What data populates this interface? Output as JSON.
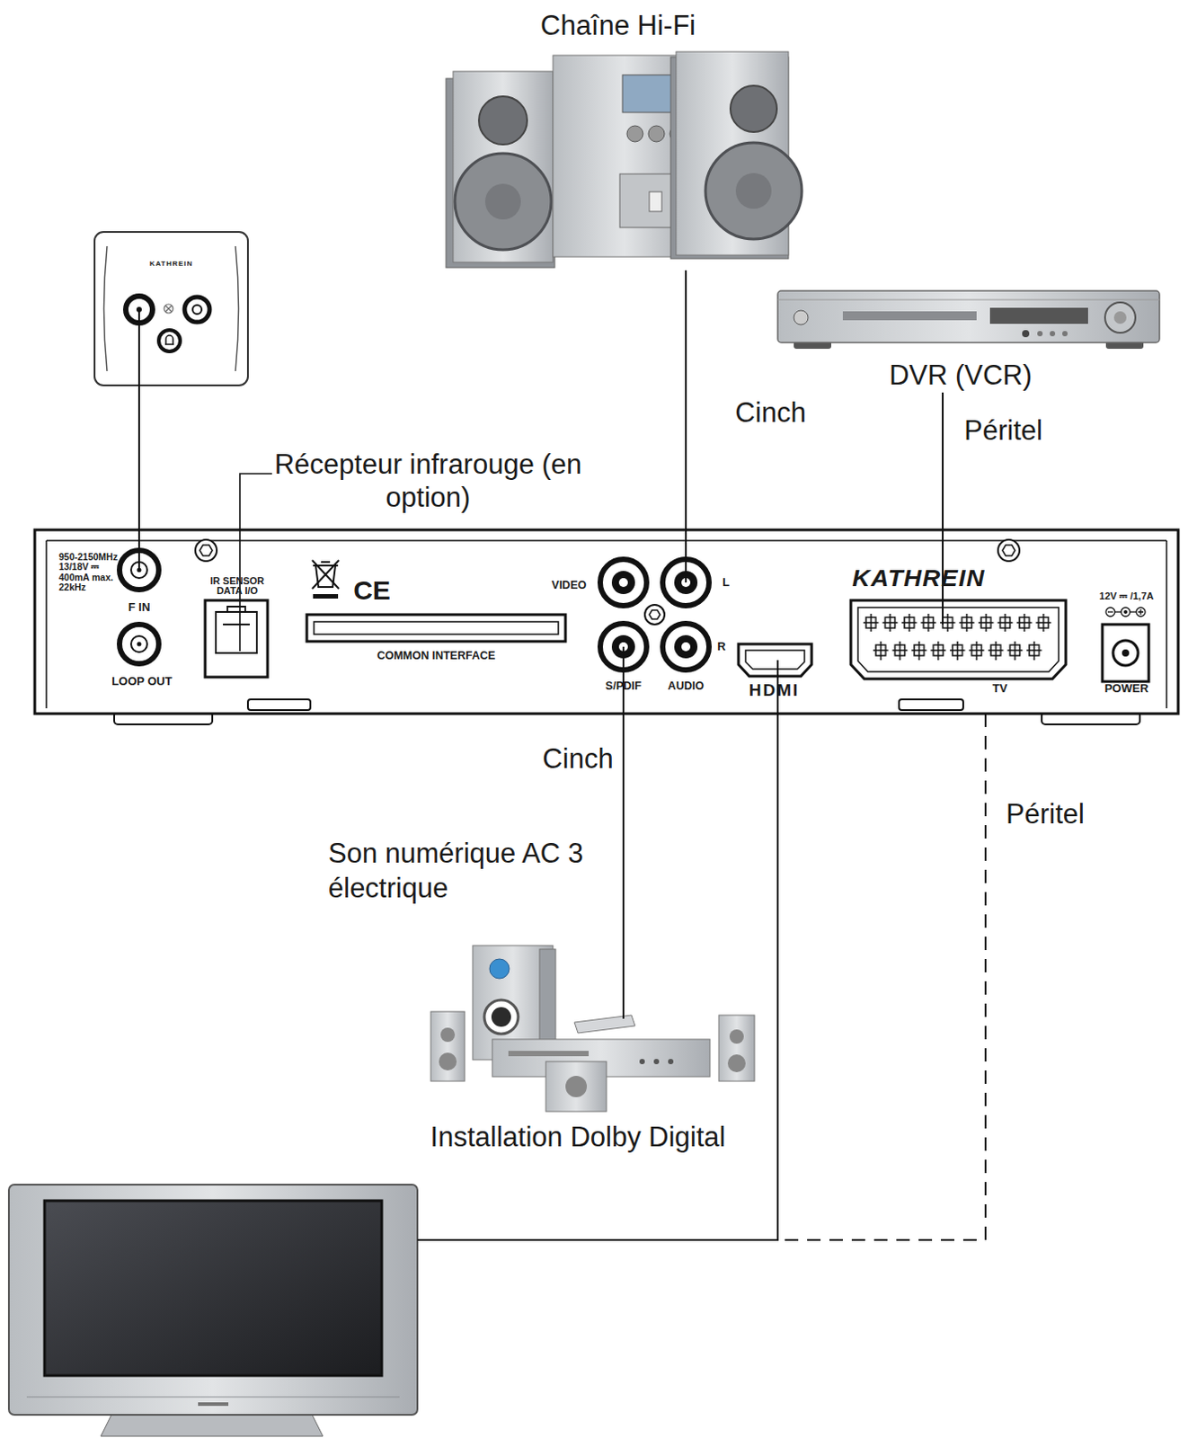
{
  "diagram": {
    "nodes": [
      {
        "text": [
          "KATHREIN"
        ]
      },
      {
        "text": [
          "Chaîne Hi-Fi"
        ]
      },
      {
        "text": [
          "DVR (VCR)"
        ]
      },
      {
        "text": [
          "KATHREIN"
        ]
      },
      {
        "text": [
          "Installation Dolby Digital"
        ]
      }
    ],
    "edges": [
      {
        "from": 0,
        "to": 3,
        "arrow": "none"
      },
      {
        "from": 1,
        "to": 3,
        "label": "Cinch",
        "arrow": "none"
      },
      {
        "from": 2,
        "to": 3,
        "label": "Péritel",
        "arrow": "none"
      },
      {
        "from": 3,
        "to": 4,
        "label": "Cinch",
        "arrow": "none"
      }
    ],
    "labels": [
      "Récepteur infrarouge (en option)",
      "950-2150MHz 13/18V ⎓ 400mA max. 22kHz",
      "F IN",
      "LOOP OUT",
      "IR SENSOR DATA I/O",
      "CE",
      "COMMON INTERFACE",
      "VIDEO",
      "L",
      "S/PDIF",
      "R",
      "AUDIO",
      "HDMI",
      "TV",
      "12V ⎓ /1,7A",
      "POWER",
      "Son numérique AC 3 électrique",
      "Péritel"
    ]
  }
}
